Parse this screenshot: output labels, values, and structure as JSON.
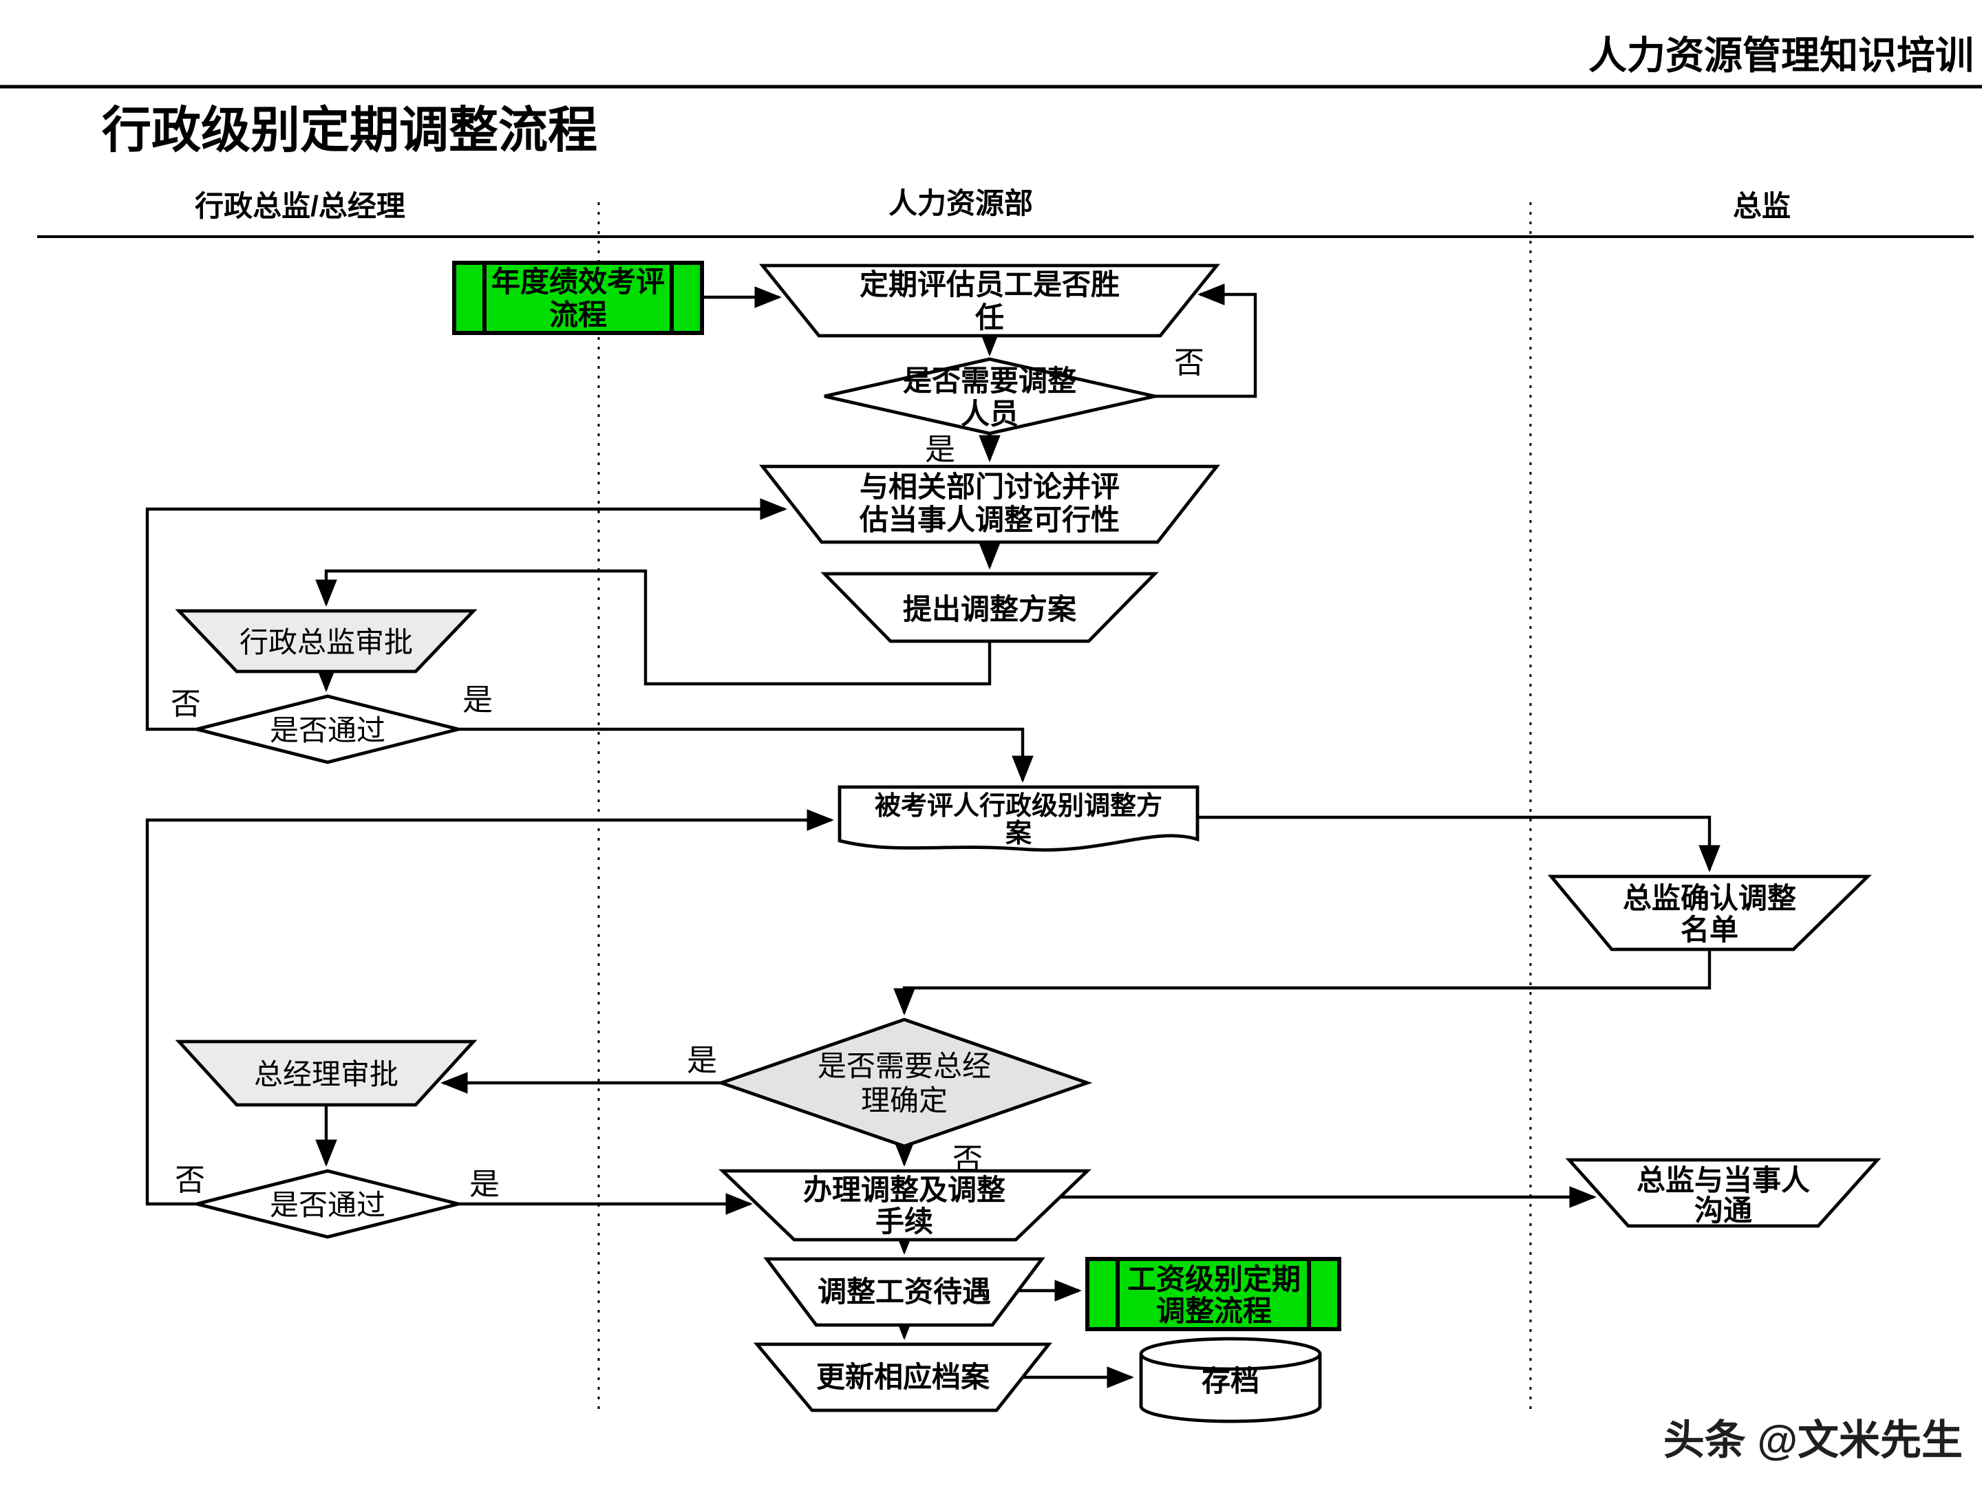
{
  "page": {
    "header_right": "人力资源管理知识培训",
    "title": "行政级别定期调整流程",
    "watermark": "头条 @文米先生"
  },
  "lanes": {
    "lane1": "行政总监/总经理",
    "lane2": "人力资源部",
    "lane3": "总监"
  },
  "colors": {
    "process_green": "#00dd00",
    "approval_gray": "#ebebeb",
    "decision_gray": "#e3e3e3",
    "line_black": "#000000",
    "background": "#ffffff"
  },
  "nodes": {
    "annual_review": {
      "shape": "predefined-process",
      "line1": "年度绩效考评",
      "line2": "流程"
    },
    "periodic_eval": {
      "shape": "manual-operation",
      "line1": "定期评估员工是否胜",
      "line2": "任"
    },
    "need_adjust": {
      "shape": "decision",
      "line1": "是否需要调整",
      "line2": "人员"
    },
    "discuss_feasibility": {
      "shape": "manual-operation",
      "line1": "与相关部门讨论并评",
      "line2": "估当事人调整可行性"
    },
    "propose_plan": {
      "shape": "manual-operation",
      "label": "提出调整方案"
    },
    "admin_director_approve": {
      "shape": "manual-operation",
      "label": "行政总监审批"
    },
    "pass_check_1": {
      "shape": "decision",
      "label": "是否通过"
    },
    "adjustment_plan_doc": {
      "shape": "document",
      "line1": "被考评人行政级别调整方",
      "line2": "案"
    },
    "director_confirm_list": {
      "shape": "manual-operation",
      "line1": "总监确认调整",
      "line2": "名单"
    },
    "need_gm_confirm": {
      "shape": "decision",
      "line1": "是否需要总经",
      "line2": "理确定"
    },
    "gm_approve": {
      "shape": "manual-operation",
      "label": "总经理审批"
    },
    "pass_check_2": {
      "shape": "decision",
      "label": "是否通过"
    },
    "handle_procedures": {
      "shape": "manual-operation",
      "line1": "办理调整及调整",
      "line2": "手续"
    },
    "director_communicate": {
      "shape": "manual-operation",
      "line1": "总监与当事人",
      "line2": "沟通"
    },
    "adjust_salary": {
      "shape": "manual-operation",
      "label": "调整工资待遇"
    },
    "salary_adjust_process": {
      "shape": "predefined-process",
      "line1": "工资级别定期",
      "line2": "调整流程"
    },
    "update_files": {
      "shape": "manual-operation",
      "label": "更新相应档案"
    },
    "archive": {
      "shape": "database",
      "label": "存档"
    }
  },
  "edge_labels": {
    "need_adjust_no": "否",
    "need_adjust_yes": "是",
    "pass1_no": "否",
    "pass1_yes": "是",
    "need_gm_yes": "是",
    "need_gm_no": "否",
    "pass2_no": "否",
    "pass2_yes": "是"
  }
}
